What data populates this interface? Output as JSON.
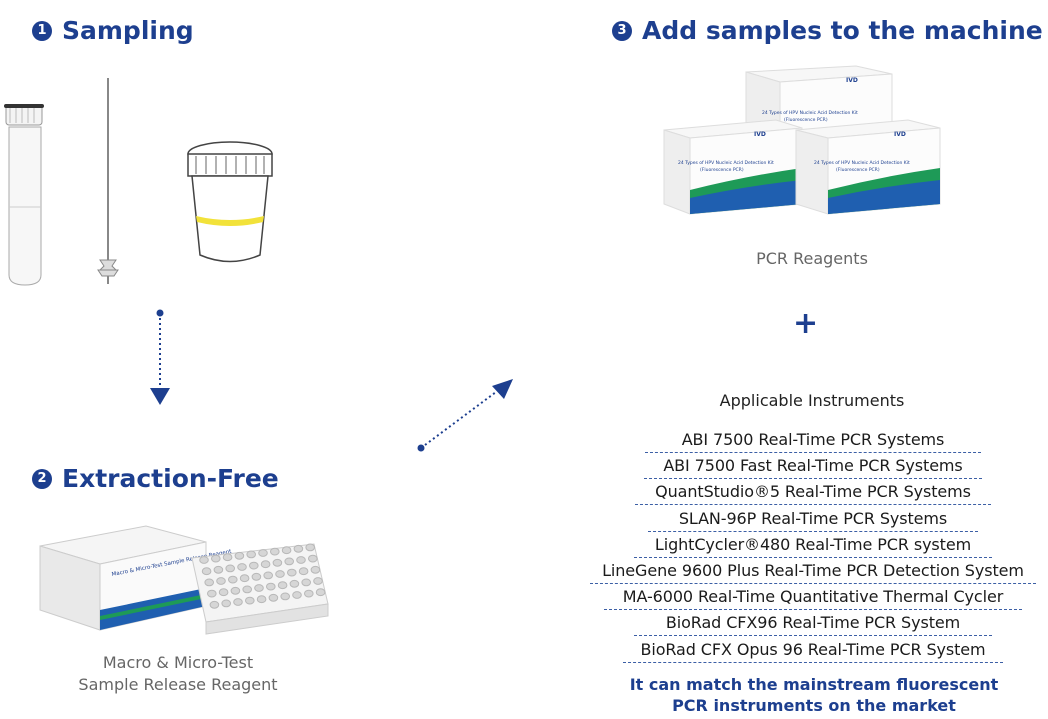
{
  "steps": {
    "sampling": {
      "number": "1",
      "title": "Sampling"
    },
    "extraction": {
      "number": "2",
      "title": "Extraction-Free",
      "caption_line1": "Macro & Micro-Test",
      "caption_line2": "Sample Release Reagent",
      "box_label": "Macro & Micro-Test Sample Release Reagent"
    },
    "add_samples": {
      "number": "3",
      "title": "Add samples to the machine",
      "reagents_caption": "PCR Reagents",
      "box_badge": "IVD",
      "box_label_line1": "24 Types of HPV Nucleic Acid Detection Kit",
      "box_label_line2": "(Fluorescence PCR)"
    }
  },
  "plus_sign": "+",
  "instruments": {
    "heading": "Applicable Instruments",
    "items": [
      "ABI 7500 Real-Time PCR Systems",
      "ABI 7500 Fast Real-Time PCR Systems",
      "QuantStudio®5 Real-Time PCR Systems",
      "SLAN-96P Real-Time PCR Systems",
      "LightCycler®480 Real-Time PCR system",
      "LineGene 9600 Plus Real-Time PCR Detection System",
      "MA-6000 Real-Time Quantitative Thermal Cycler",
      "BioRad CFX96 Real-Time PCR System",
      "BioRad CFX Opus 96 Real-Time PCR System"
    ],
    "tagline_line1": "It can match the mainstream fluorescent",
    "tagline_line2": "PCR instruments on the market"
  },
  "colors": {
    "brand_blue": "#1d3f8f",
    "box_green": "#1e9a57",
    "box_blue": "#1f5fb0"
  }
}
